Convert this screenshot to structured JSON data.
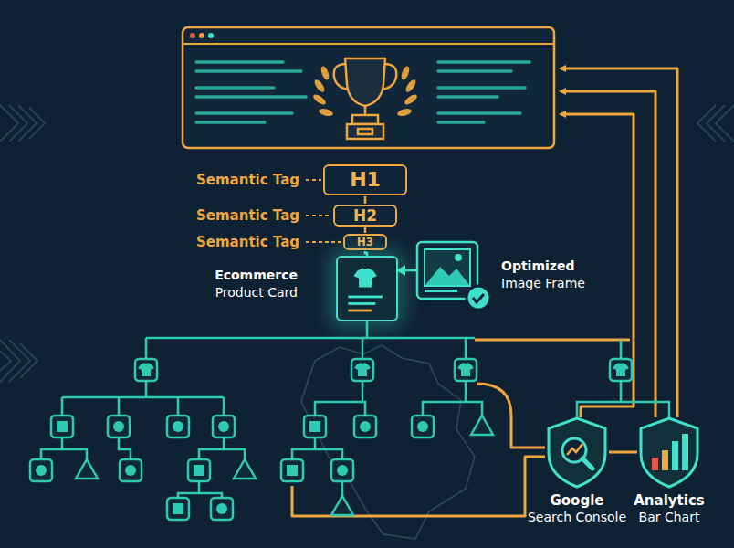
{
  "diagram": {
    "nodes": [
      {
        "text": [
          "Semantic Tag",
          "H1"
        ]
      },
      {
        "text": [
          "Semantic Tag",
          "H2"
        ]
      },
      {
        "text": [
          "Semantic Tag",
          "H3"
        ]
      },
      {
        "text": [
          "Ecommerce",
          "Product Card"
        ]
      },
      {
        "text": [
          "Optimized",
          "Image Frame"
        ]
      },
      {
        "text": [
          "Google",
          "Search Console"
        ]
      },
      {
        "text": [
          "Analytics",
          "Bar Chart"
        ]
      }
    ],
    "edges": [
      {
        "from": 0,
        "to": 1,
        "arrow": "none"
      },
      {
        "from": 1,
        "to": 2,
        "arrow": "none"
      },
      {
        "from": 2,
        "to": 3,
        "arrow": "none"
      },
      {
        "from": 4,
        "to": 3,
        "arrow": "to"
      }
    ]
  }
}
